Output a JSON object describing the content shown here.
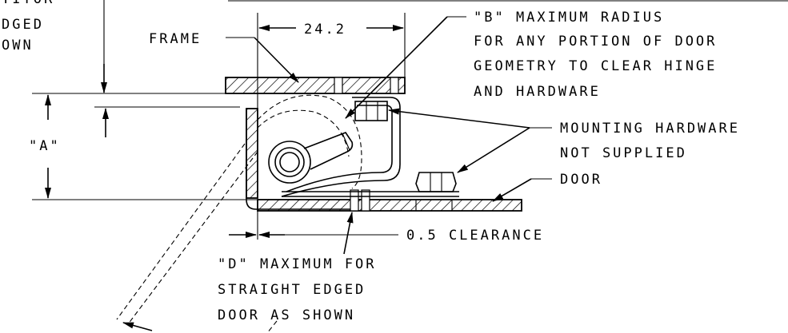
{
  "labels": {
    "top_left_line1": "TITOR",
    "top_left_line2": "DGED",
    "top_left_line3": "OWN",
    "frame": "FRAME",
    "dim_24": "24.2",
    "b_line1": "\"B\" MAXIMUM RADIUS",
    "b_line2": "FOR ANY PORTION OF DOOR",
    "b_line3": "GEOMETRY TO CLEAR HINGE",
    "b_line4": "AND HARDWARE",
    "mount_line1": "MOUNTING HARDWARE",
    "mount_line2": "NOT SUPPLIED",
    "door": "DOOR",
    "a_dim": "\"A\"",
    "clearance": "0.5 CLEARANCE",
    "d_line1": "\"D\" MAXIMUM FOR",
    "d_line2": "STRAIGHT EDGED",
    "d_line3": "DOOR AS SHOWN"
  }
}
